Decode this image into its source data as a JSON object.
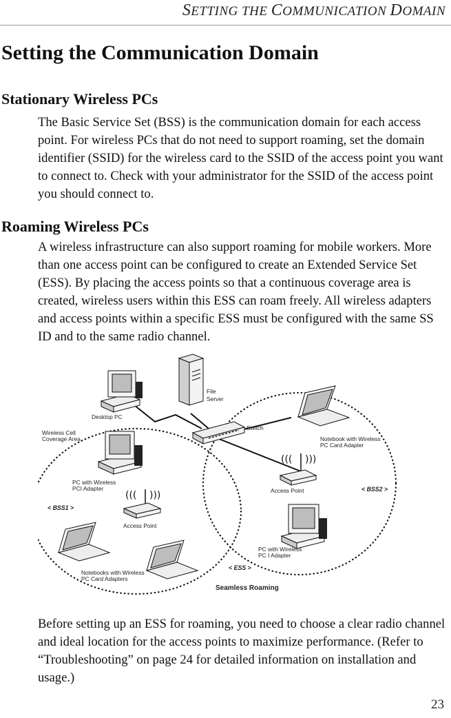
{
  "header": {
    "running_title_s": "S",
    "running_title_1": "ETTING THE ",
    "running_title_c": "C",
    "running_title_2": "OMMUNICATION ",
    "running_title_d": "D",
    "running_title_3": "OMAIN"
  },
  "title": "Setting the Communication Domain",
  "sections": [
    {
      "heading": "Stationary Wireless PCs",
      "text": "The Basic Service Set (BSS) is the communication domain for each access point. For wireless PCs that do not need to support roaming, set the domain identifier (SSID) for the wireless card to the SSID of the access point you want to connect to. Check with your administrator for the SSID of the access point you should connect to."
    },
    {
      "heading": "Roaming Wireless PCs",
      "text": "A wireless infrastructure can also support roaming for mobile workers. More than one access point can be configured to create an Extended Service Set (ESS). By placing the access points so that a continuous coverage area is created, wireless users within this ESS can roam freely. All wireless adapters and access points within a specific ESS must be configured with the same SS ID and to the same radio channel."
    }
  ],
  "diagram": {
    "file_server_1": "File",
    "file_server_2": "Server",
    "desktop_pc": "Desktop PC",
    "switch": "Switch",
    "wireless_cell_1": "Wireless Cell",
    "wireless_cell_2": "Coverage Area",
    "notebook_wireless_1": "Notebook with Wireless",
    "notebook_wireless_2": "PC Card Adapter",
    "pc_pci_1": "PC with Wireless",
    "pc_pci_2": "PCI Adapter",
    "access_point_left": "Access Point",
    "access_point_right": "Access Point",
    "bss1": "< BSS1 >",
    "bss2": "< BSS2 >",
    "pc_right_1": "PC with Wireless",
    "pc_right_2": "PC I Adapter",
    "ess": "< ESS >",
    "notebooks_1": "Notebooks with Wireless",
    "notebooks_2": "PC Card Adapters",
    "seamless": "Seamless Roaming"
  },
  "closing_text": "Before setting up an ESS for roaming, you need to choose a clear radio channel and ideal location for the access points to maximize performance. (Refer to “Troubleshooting” on page 24 for detailed information on installation and usage.)",
  "page_number": "23"
}
